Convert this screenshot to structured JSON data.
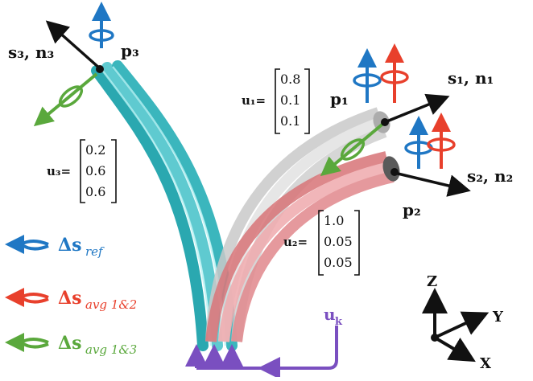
{
  "labels": {
    "s3_n3": "s₃, n₃",
    "p3": "p₃",
    "p1": "p₁",
    "p2": "p₂",
    "s1_n1": "s₁, n₁",
    "s2_n2": "s₂, n₂",
    "uk_main": "u",
    "uk_sub": "k"
  },
  "vectors": {
    "u1": {
      "name": "u₁=",
      "values": [
        "0.8",
        "0.1",
        "0.1"
      ]
    },
    "u2": {
      "name": "u₂=",
      "values": [
        "1.0",
        "0.05",
        "0.05"
      ]
    },
    "u3": {
      "name": "u₃=",
      "values": [
        "0.2",
        "0.6",
        "0.6"
      ]
    }
  },
  "legend": [
    {
      "main": "Δs",
      "sub": "ref",
      "color": "#1f77c4"
    },
    {
      "main": "Δs",
      "sub": "avg 1&2",
      "color": "#e8402c"
    },
    {
      "main": "Δs",
      "sub": "avg 1&3",
      "color": "#5aa83c"
    }
  ],
  "axes": {
    "z": "Z",
    "y": "Y",
    "x": "X"
  },
  "colors": {
    "cyan_tube": "#5fcad0",
    "gray_tube": "#d8d8d8",
    "pink_tube": "#e79a9c",
    "actuator": "#7a4fc0"
  }
}
